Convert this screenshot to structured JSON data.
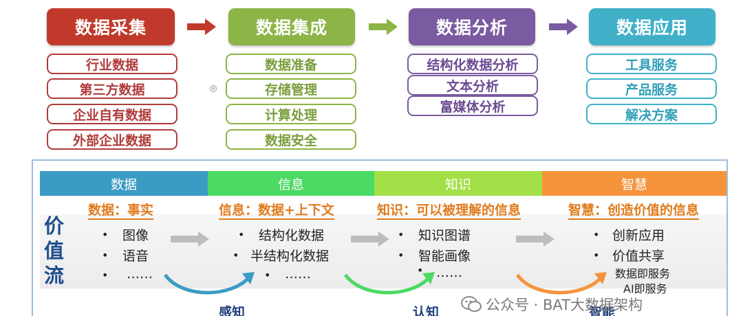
{
  "stages": [
    {
      "title": "数据采集",
      "color": "#c0392b",
      "border": "#b03a3a",
      "text": "#b03a3a",
      "items": [
        "行业数据",
        "第三方数据",
        "企业自有数据",
        "外部企业数据"
      ]
    },
    {
      "title": "数据集成",
      "color": "#8cb446",
      "border": "#8cb446",
      "text": "#7a9e3c",
      "items": [
        "数据准备",
        "存储管理",
        "计算处理",
        "数据安全"
      ]
    },
    {
      "title": "数据分析",
      "color": "#7a5aa0",
      "border": "#7a5aa0",
      "text": "#6b4a93",
      "items": [
        "结构化数据分析",
        "文本分析",
        "富媒体分析"
      ]
    },
    {
      "title": "数据应用",
      "color": "#3fb0c8",
      "border": "#3fb0c8",
      "text": "#2f9fb8",
      "items": [
        "工具服务",
        "产品服务",
        "解决方案"
      ]
    }
  ],
  "arrow_colors": [
    "#c0392b",
    "#8cb446",
    "#7a5aa0"
  ],
  "bands": [
    {
      "label": "数据",
      "color": "#3b9bc4"
    },
    {
      "label": "信息",
      "color": "#4cd964"
    },
    {
      "label": "知识",
      "color": "#a3e048"
    },
    {
      "label": "智慧",
      "color": "#f5943c"
    }
  ],
  "value_stream_label": [
    "价",
    "值",
    "流"
  ],
  "sections": [
    {
      "title": "数据：事实",
      "bullets": [
        "图像",
        "语音",
        "……"
      ]
    },
    {
      "title": "信息：数据+上下文",
      "bullets": [
        "结构化数据",
        "半结构化数据",
        "……"
      ]
    },
    {
      "title": "知识：可以被理解的信息",
      "bullets": [
        "知识图谱",
        "智能画像",
        "……"
      ]
    },
    {
      "title": "智慧：创造价值的信息",
      "bullets": [
        "创新应用",
        "价值共享",
        "数据即服务",
        "AI即服务"
      ]
    }
  ],
  "phases": [
    "感知",
    "认知",
    "智能"
  ],
  "curve_colors": [
    "#3b9bc4",
    "#4cd964",
    "#f5943c"
  ],
  "watermark": "公众号 · BAT大数据架构"
}
